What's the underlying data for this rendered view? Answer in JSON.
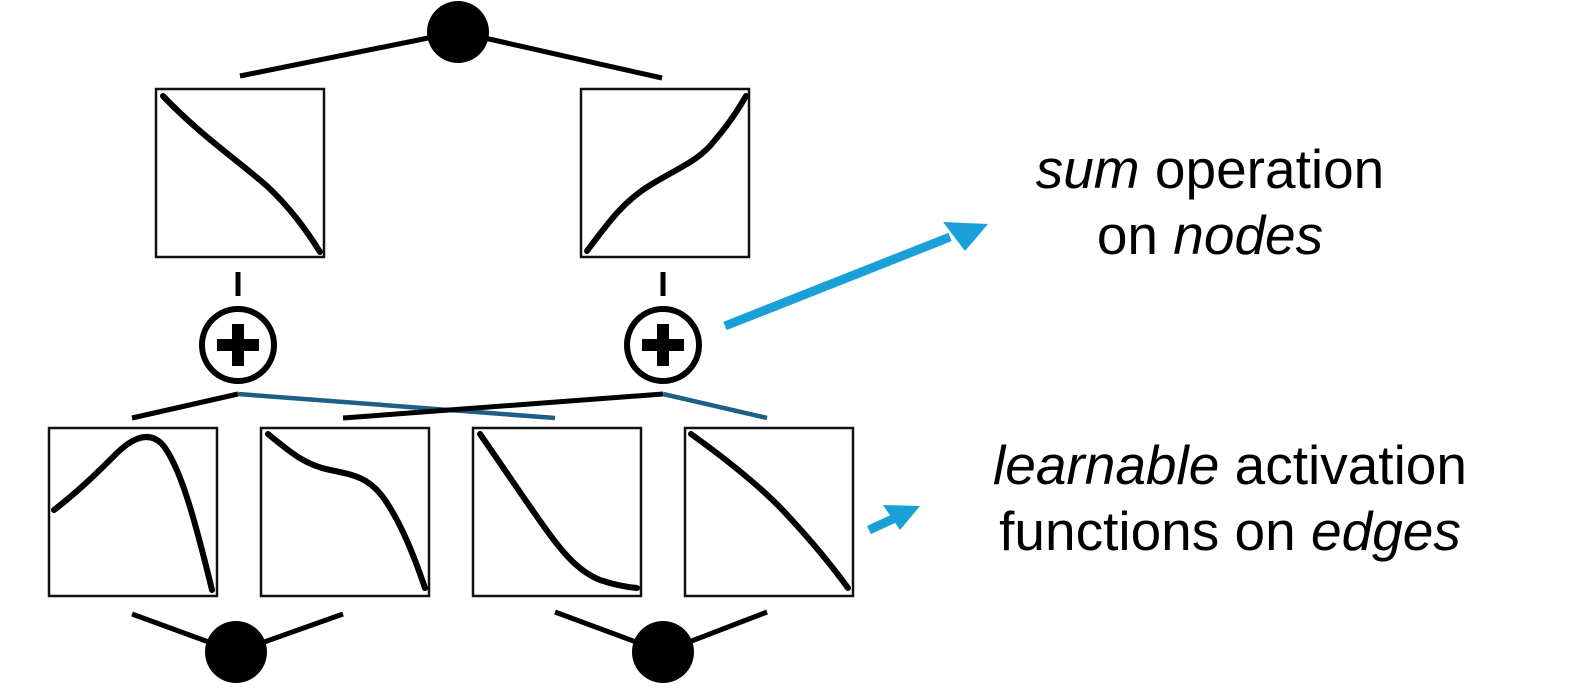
{
  "labels": {
    "sum": {
      "line1_italic": "sum",
      "line1_rest": " operation",
      "line2_plain": "on ",
      "line2_italic": "nodes"
    },
    "activation": {
      "line1_italic": "learnable",
      "line1_rest": " activation",
      "line2_plain": "functions on ",
      "line2_italic": "edges"
    }
  },
  "colors": {
    "arrow": "#1aa0d8",
    "blue_edge": "#1d5f86",
    "ink": "#000000"
  },
  "icons": {
    "node": "filled-circle",
    "sum": "circled-plus",
    "arrow": "arrow-right"
  }
}
